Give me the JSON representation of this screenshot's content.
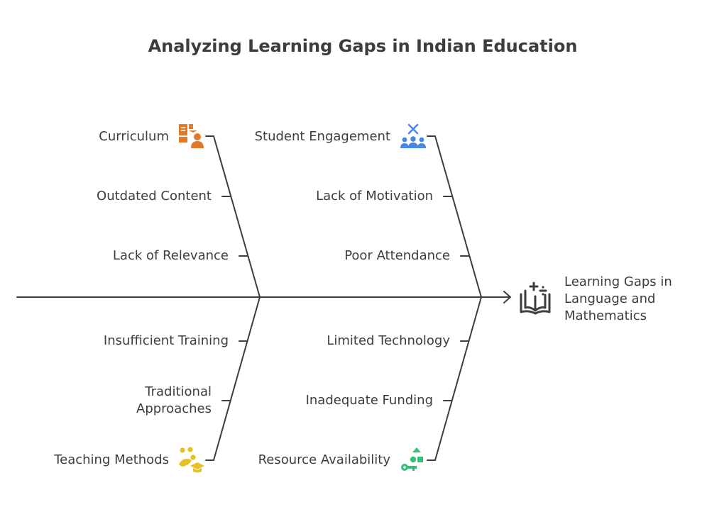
{
  "title": "Analyzing Learning Gaps in Indian Education",
  "effect": {
    "label_lines": [
      "Learning Gaps in",
      "Language and",
      "Mathematics"
    ],
    "icon": "book-plus-icon"
  },
  "categories": [
    {
      "name": "Curriculum",
      "icon": "curriculum-icon",
      "color": "#e07a2a",
      "causes": [
        "Outdated Content",
        "Lack of Relevance"
      ]
    },
    {
      "name": "Student Engagement",
      "icon": "students-icon",
      "color": "#4a86e8",
      "causes": [
        "Lack of Motivation",
        "Poor Attendance"
      ]
    },
    {
      "name": "Teaching Methods",
      "icon": "teaching-icon",
      "color": "#e5c21f",
      "causes": [
        "Insufficient Training",
        "Traditional Approaches"
      ]
    },
    {
      "name": "Resource Availability",
      "icon": "resources-icon",
      "color": "#34c07a",
      "causes": [
        "Limited Technology",
        "Inadequate Funding"
      ]
    }
  ]
}
